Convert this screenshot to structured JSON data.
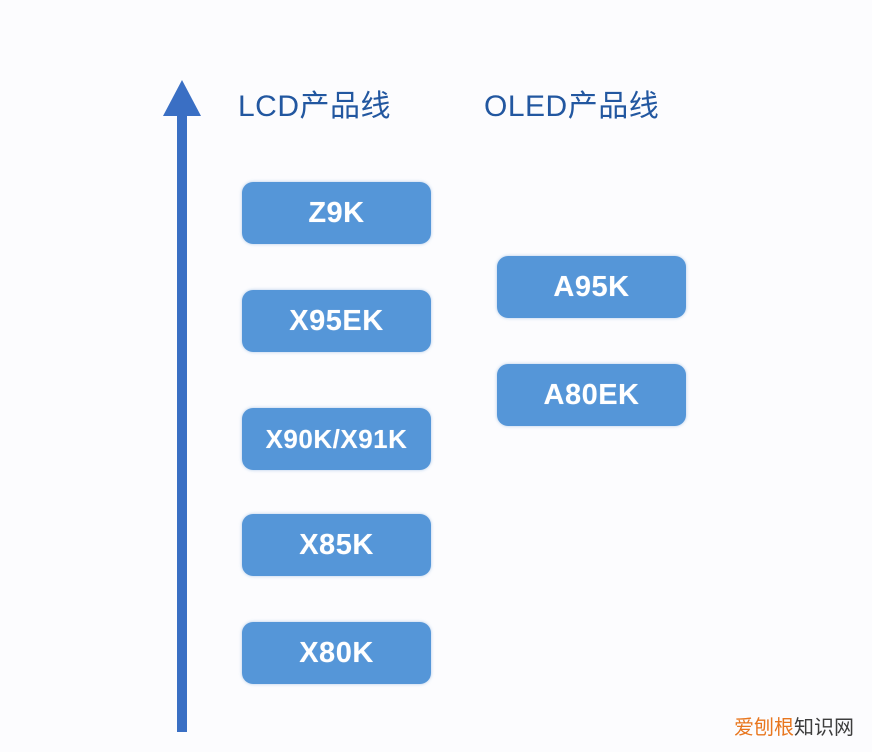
{
  "diagram": {
    "title_axis_icon": "up-arrow-icon",
    "arrow": {
      "direction": "up",
      "color": "#3a6fc4"
    },
    "columns": [
      {
        "id": "lcd",
        "header": "LCD产品线",
        "header_color": "#2257a0",
        "items": [
          {
            "label": "Z9K"
          },
          {
            "label": "X95EK"
          },
          {
            "label": "X90K/X91K"
          },
          {
            "label": "X85K"
          },
          {
            "label": "X80K"
          }
        ]
      },
      {
        "id": "oled",
        "header": "OLED产品线",
        "header_color": "#2257a0",
        "items": [
          {
            "label": "A95K"
          },
          {
            "label": "A80EK"
          }
        ]
      }
    ],
    "box_color": "#5596d8",
    "box_text_color": "#ffffff"
  },
  "watermark": {
    "part_one": "爱刨根",
    "part_two": "知识网",
    "color_one": "#e8761e",
    "color_two": "#3d3d3d"
  }
}
